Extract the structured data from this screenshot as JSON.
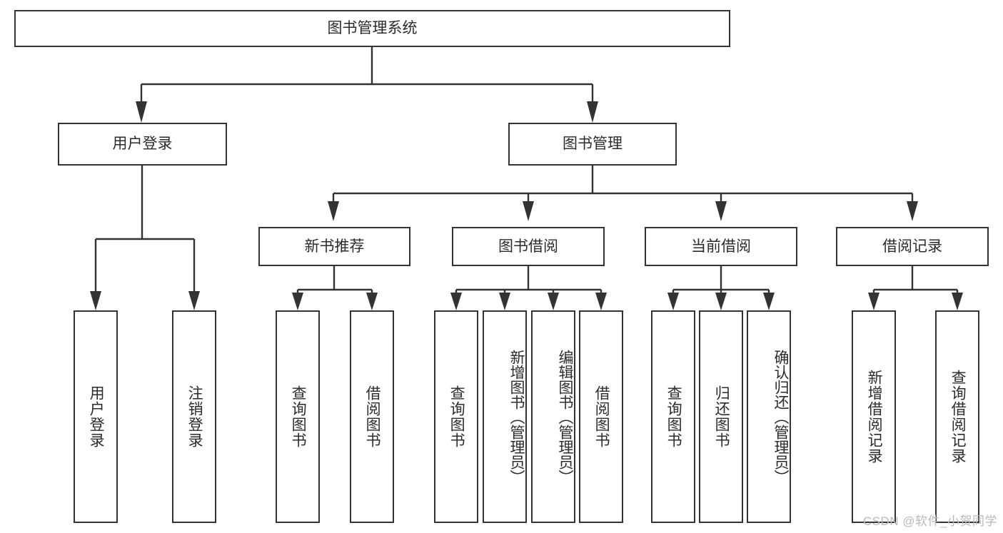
{
  "diagram": {
    "type": "tree",
    "title": "图书管理系统",
    "root": {
      "label": "图书管理系统"
    },
    "level2": [
      {
        "label": "用户登录"
      },
      {
        "label": "图书管理"
      }
    ],
    "level3": [
      {
        "label": "新书推荐"
      },
      {
        "label": "图书借阅"
      },
      {
        "label": "当前借阅"
      },
      {
        "label": "借阅记录"
      }
    ],
    "leaves": {
      "user_login": [
        {
          "label": "用户登录"
        },
        {
          "label": "注销登录"
        }
      ],
      "new_book_recommend": [
        {
          "label": "查询图书"
        },
        {
          "label": "借阅图书"
        }
      ],
      "book_borrow": [
        {
          "label": "查询图书"
        },
        {
          "label": "新增图书（管理员）"
        },
        {
          "label": "编辑图书（管理员）"
        },
        {
          "label": "借阅图书"
        }
      ],
      "current_borrow": [
        {
          "label": "查询图书"
        },
        {
          "label": "归还图书"
        },
        {
          "label": "确认归还（管理员）"
        }
      ],
      "borrow_record": [
        {
          "label": "新增借阅记录"
        },
        {
          "label": "查询借阅记录"
        }
      ]
    }
  },
  "watermark": {
    "text": "CSDN @软件_小贺同学"
  },
  "colors": {
    "stroke": "#333333",
    "text": "#2b2b2b",
    "background": "#ffffff",
    "watermark": "#b9b9b9"
  }
}
